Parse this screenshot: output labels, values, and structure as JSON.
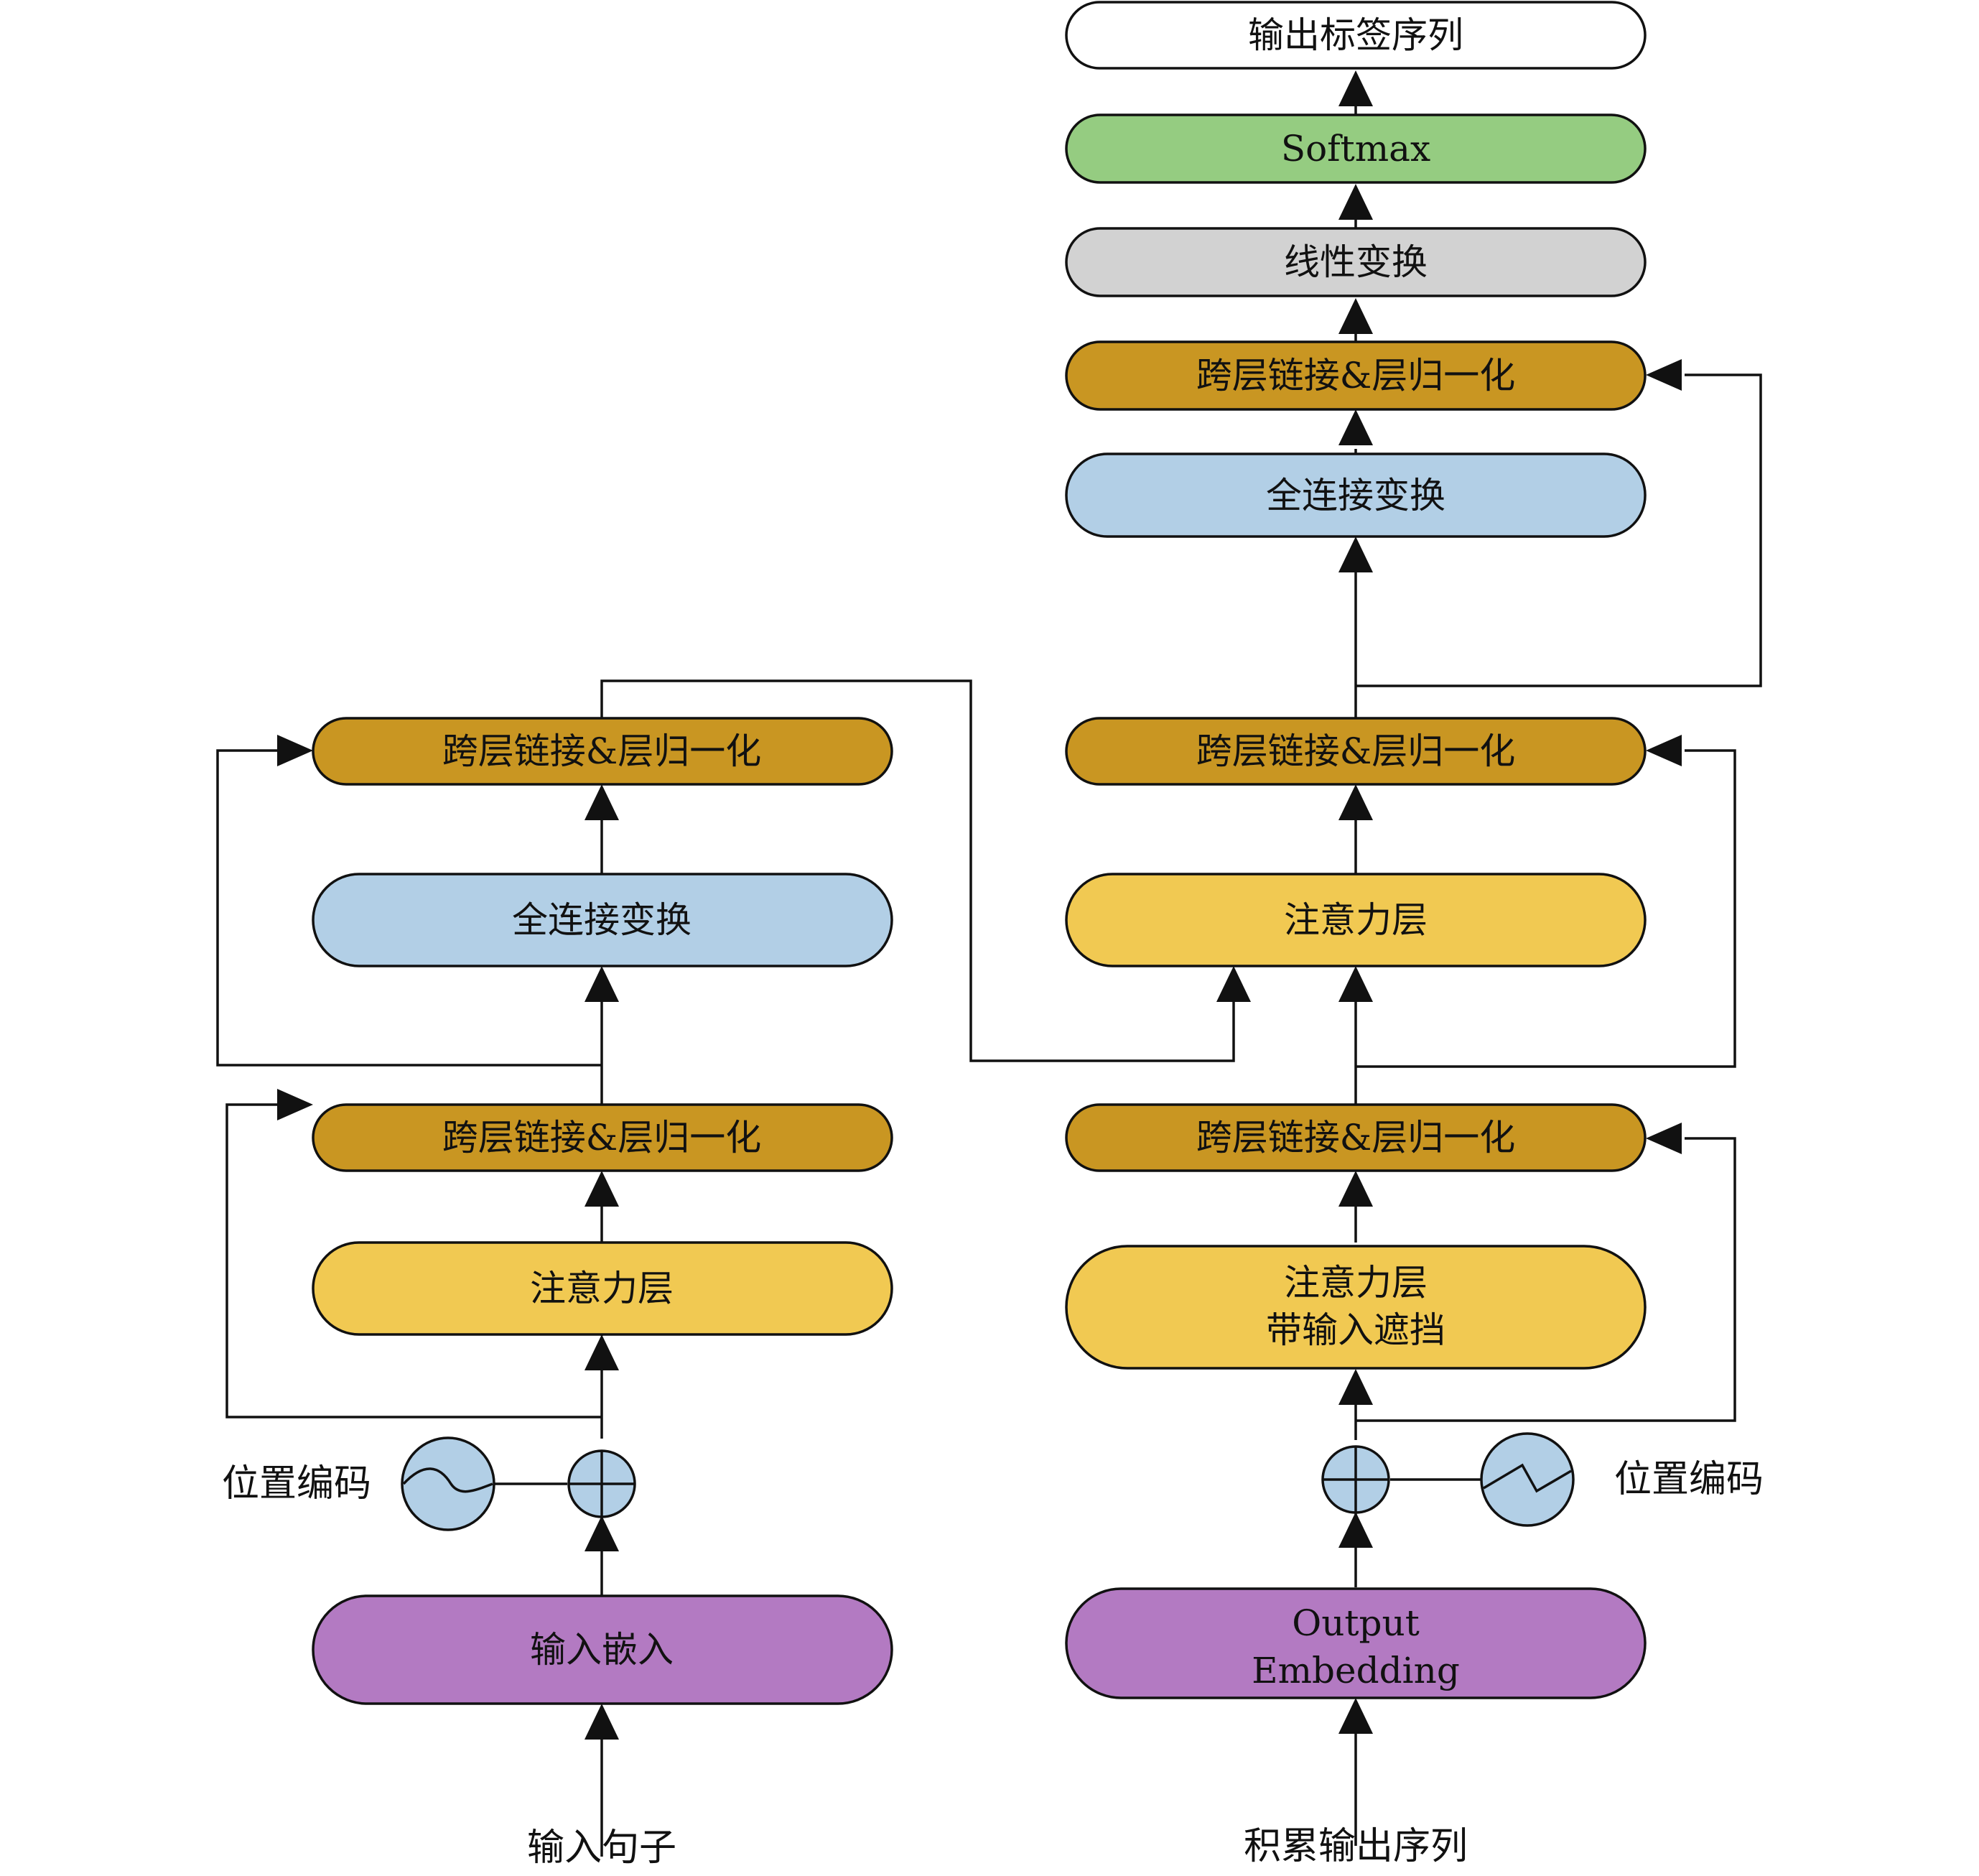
{
  "colors": {
    "background": "#ffffff",
    "line": "#111111",
    "norm": "#c99622",
    "ffn": "#b2cfe6",
    "attention": "#f1c952",
    "embedding": "#b37ac2",
    "softmax": "#95cc81",
    "linear": "#d2d2d2",
    "output": "#ffffff",
    "posenc": "#b2cfe6"
  },
  "encoder": {
    "input_label": "输入句子",
    "embedding_label": "输入嵌入",
    "posenc_label": "位置编码",
    "attention_label": "注意力层",
    "norm1_label": "跨层链接&层归一化",
    "ffn_label": "全连接变换",
    "norm2_label": "跨层链接&层归一化"
  },
  "decoder": {
    "input_label": "积累输出序列",
    "embedding_label_line1": "Output",
    "embedding_label_line2": "Embedding",
    "posenc_label": "位置编码",
    "masked_attention_line1": "注意力层",
    "masked_attention_line2": "带输入遮挡",
    "norm1_label": "跨层链接&层归一化",
    "cross_attention_label": "注意力层",
    "norm2_label": "跨层链接&层归一化",
    "ffn_label": "全连接变换",
    "norm3_label": "跨层链接&层归一化",
    "linear_label": "线性变换",
    "softmax_label": "Softmax",
    "output_label": "输出标签序列"
  },
  "icons": {
    "add": "plus-circle-icon",
    "posenc_encoder": "sine-wave-icon",
    "posenc_decoder": "zigzag-wave-icon"
  }
}
